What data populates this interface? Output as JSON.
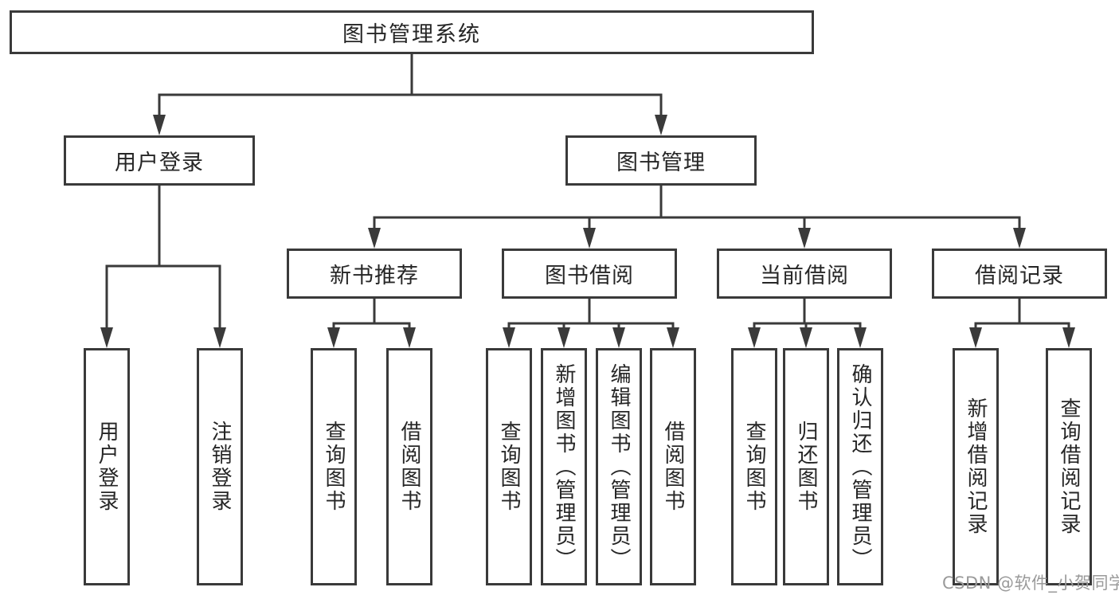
{
  "theme": {
    "background": "#ffffff",
    "line_color": "#3a3a3a",
    "box_background": "#ffffff",
    "text_color": "#262626",
    "watermark_color": "#9a9a9a"
  },
  "watermark": {
    "text": "CSDN @软件_小贺同学"
  },
  "tree": {
    "label": "图书管理系统",
    "children": [
      {
        "label": "用户登录",
        "children": [
          {
            "label": "用户登录"
          },
          {
            "label": "注销登录"
          }
        ]
      },
      {
        "label": "图书管理",
        "children": [
          {
            "label": "新书推荐",
            "children": [
              {
                "label": "查询图书"
              },
              {
                "label": "借阅图书"
              }
            ]
          },
          {
            "label": "图书借阅",
            "children": [
              {
                "label": "查询图书"
              },
              {
                "label": "新增图书（管理员）"
              },
              {
                "label": "编辑图书（管理员）"
              },
              {
                "label": "借阅图书"
              }
            ]
          },
          {
            "label": "当前借阅",
            "children": [
              {
                "label": "查询图书"
              },
              {
                "label": "归还图书"
              },
              {
                "label": "确认归还（管理员）"
              }
            ]
          },
          {
            "label": "借阅记录",
            "children": [
              {
                "label": "新增借阅记录"
              },
              {
                "label": "查询借阅记录"
              }
            ]
          }
        ]
      }
    ]
  }
}
